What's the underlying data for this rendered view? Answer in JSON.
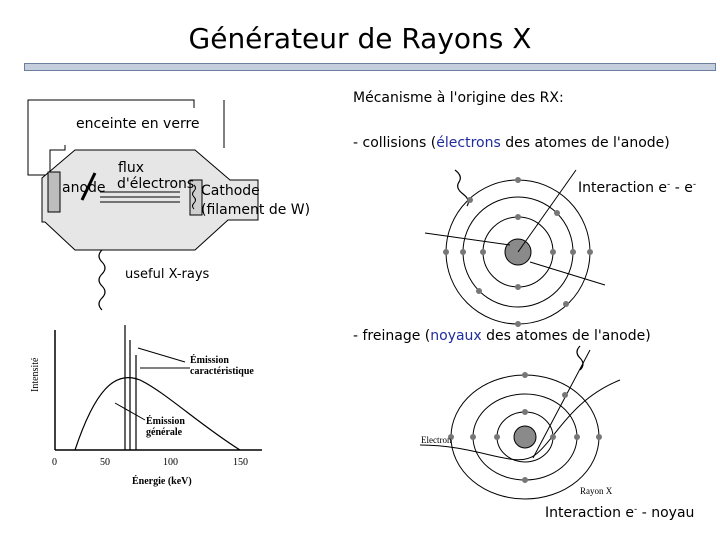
{
  "title": "Générateur de Rayons X",
  "tube": {
    "enceinte": "enceinte en verre",
    "flux_line1": "flux",
    "flux_line2": "d'électrons",
    "anode": "anode",
    "cathode_line1": "Cathode",
    "cathode_line2": "(filament de W)",
    "useful": "useful X-rays"
  },
  "spectrum": {
    "emission_car_line1": "Émission",
    "emission_car_line2": "caractéristique",
    "emission_gen_line1": "Émission",
    "emission_gen_line2": "générale",
    "ylabel": "Intensité",
    "xlabel": "Énergie (keV)",
    "ticks": [
      "0",
      "50",
      "100",
      "150"
    ]
  },
  "mechanism": {
    "heading": "Mécanisme à l'origine des RX:",
    "collisions_prefix": "- collisions (",
    "collisions_word": "électrons",
    "collisions_suffix": " des atomes de l'anode)",
    "interaction1_main": "Interaction e",
    "interaction1_sup1": "-",
    "interaction1_mid": " - e",
    "interaction1_sup2": "-",
    "freinage_prefix": "- freinage (",
    "freinage_word": "noyaux",
    "freinage_suffix": " des atomes de l'anode)",
    "electron_label": "Electron",
    "rayon_label": "Rayon X",
    "interaction2_main": "Interaction e",
    "interaction2_sup": "-",
    "interaction2_suffix": " - noyau"
  },
  "colors": {
    "title_bar": "#c5cedd",
    "highlight": "#1f2c9c"
  }
}
